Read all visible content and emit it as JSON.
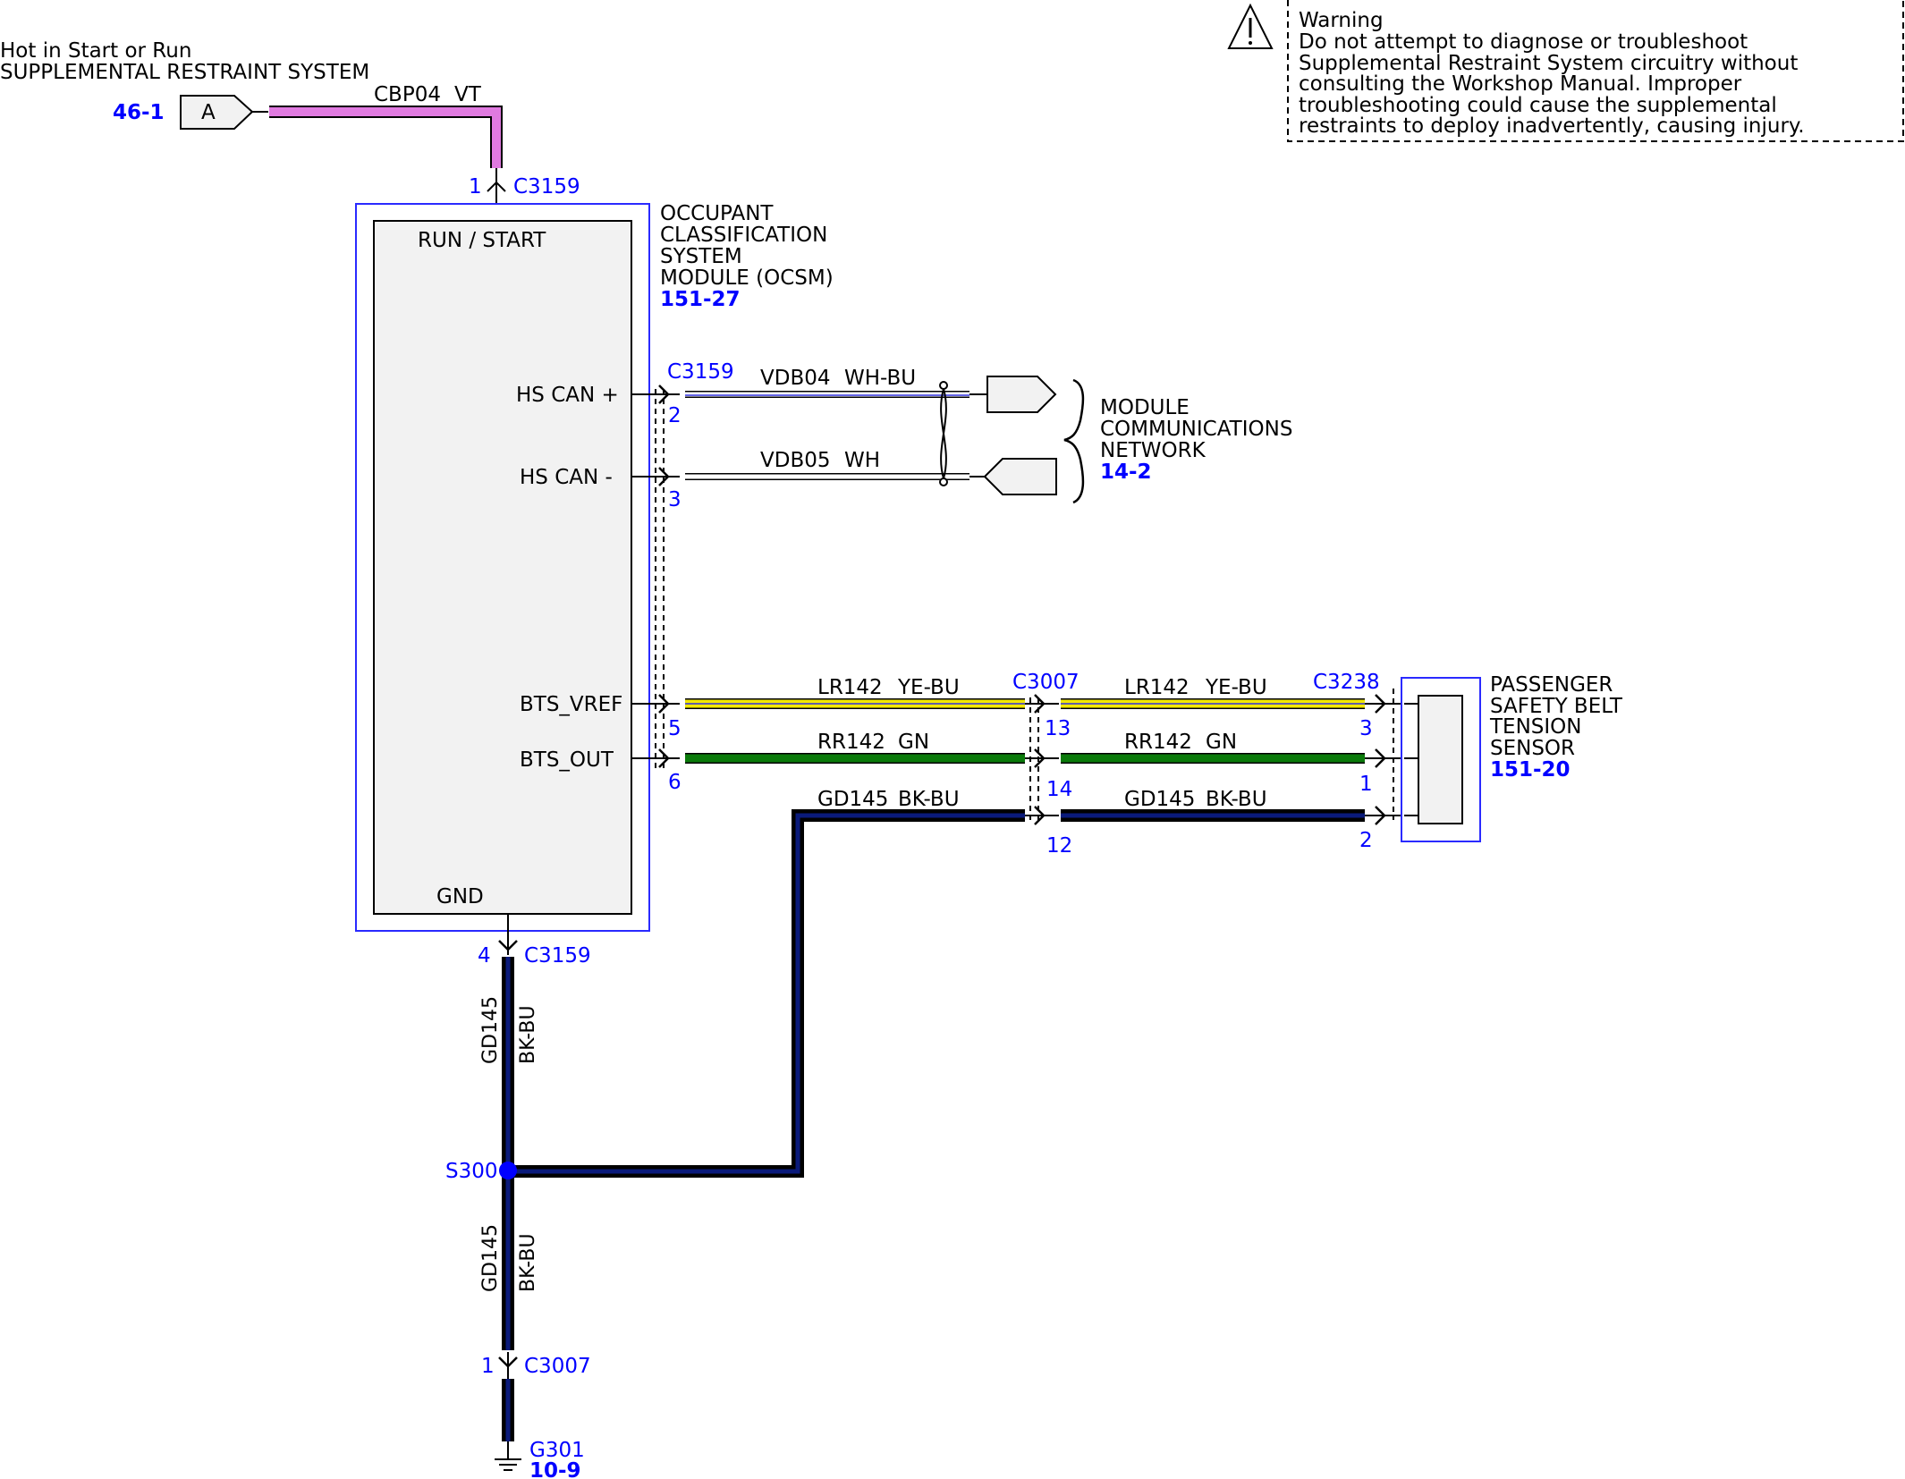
{
  "warning": {
    "icon": "warning-triangle-icon",
    "title": "Warning",
    "lines": [
      "Do not attempt to diagnose or troubleshoot",
      "Supplemental Restraint System circuitry without",
      "consulting the Workshop Manual. Improper",
      "troubleshooting could cause the supplemental",
      "restraints to deploy inadvertently, causing injury."
    ]
  },
  "power_source": {
    "line1": "Hot in Start or Run",
    "line2": "SUPPLEMENTAL RESTRAINT SYSTEM",
    "ref": "46-1",
    "connector_letter": "A",
    "circuit": "CBP04",
    "color_code": "VT"
  },
  "ocsm": {
    "name_lines": [
      "OCCUPANT",
      "CLASSIFICATION",
      "SYSTEM",
      "MODULE (OCSM)"
    ],
    "ref": "151-27",
    "connector": "C3159",
    "pins": {
      "run_start": {
        "label": "RUN / START",
        "pin": "1"
      },
      "hs_can_plus": {
        "label": "HS CAN +",
        "pin": "2"
      },
      "hs_can_minus": {
        "label": "HS CAN -",
        "pin": "3"
      },
      "gnd": {
        "label": "GND",
        "pin": "4"
      },
      "bts_vref": {
        "label": "BTS_VREF",
        "pin": "5"
      },
      "bts_out": {
        "label": "BTS_OUT",
        "pin": "6"
      }
    }
  },
  "network": {
    "name_lines": [
      "MODULE",
      "COMMUNICATIONS",
      "NETWORK"
    ],
    "ref": "14-2",
    "wire_plus": {
      "circuit": "VDB04",
      "color_code": "WH-BU"
    },
    "wire_minus": {
      "circuit": "VDB05",
      "color_code": "WH"
    }
  },
  "inline_connector": {
    "name": "C3007",
    "pins": {
      "vref": "13",
      "out": "14",
      "gnd": "12"
    }
  },
  "sensor": {
    "name_lines": [
      "PASSENGER",
      "SAFETY BELT",
      "TENSION",
      "SENSOR"
    ],
    "ref": "151-20",
    "connector": "C3238",
    "pins": {
      "vref": "3",
      "out": "1",
      "gnd": "2"
    }
  },
  "wires": {
    "vref": {
      "circuit": "LR142",
      "color_code": "YE-BU"
    },
    "out": {
      "circuit": "RR142",
      "color_code": "GN"
    },
    "gnd": {
      "circuit": "GD145",
      "color_code": "BK-BU"
    }
  },
  "splice": {
    "name": "S300"
  },
  "ground_path": {
    "upper": {
      "circuit": "GD145",
      "color_code": "BK-BU"
    },
    "lower": {
      "circuit": "GD145",
      "color_code": "BK-BU"
    },
    "connector": "C3007",
    "pin": "1"
  },
  "ground": {
    "name": "G301",
    "ref": "10-9"
  },
  "colors": {
    "violet": "#e07ae0",
    "yellow": "#f2e800",
    "green": "#0a7a0a",
    "black": "#000000",
    "dark_blue": "#0a1a7a",
    "label_blue": "#0000ff",
    "module_fill": "#f2f2f2"
  }
}
